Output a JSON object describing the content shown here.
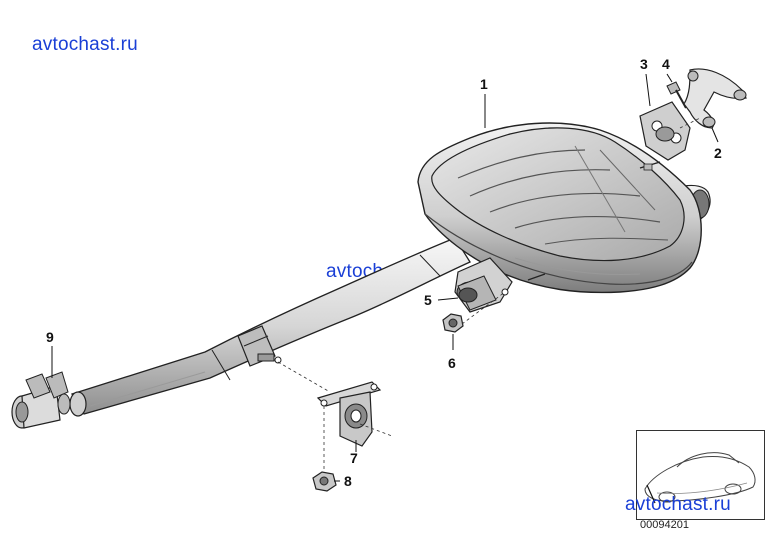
{
  "watermarks": {
    "top_left": "avtochast.ru",
    "center": "avtochast.ru",
    "bottom_right": "avtochast.ru"
  },
  "callouts": [
    "1",
    "2",
    "3",
    "4",
    "5",
    "6",
    "7",
    "8",
    "9"
  ],
  "diagram_code": "00094201",
  "colors": {
    "watermark": "#1a3fd6",
    "line": "#222222",
    "shade_light": "#e6e6e6",
    "shade_mid": "#c8c8c8",
    "shade_dark": "#8c8c8c"
  }
}
